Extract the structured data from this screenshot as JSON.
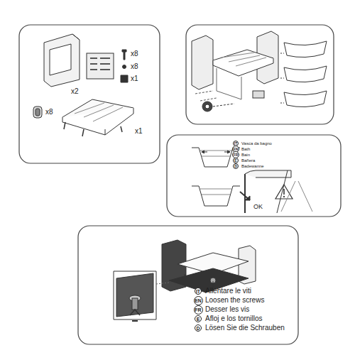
{
  "diagram": {
    "nodes": [
      {
        "text": [
          "IT"
        ]
      },
      {
        "text": [
          "EN"
        ]
      },
      {
        "text": [
          "FR"
        ]
      },
      {
        "text": [
          "E"
        ]
      },
      {
        "text": [
          "D"
        ]
      },
      {
        "text": [
          "IT"
        ]
      },
      {
        "text": [
          "EN"
        ]
      },
      {
        "text": [
          "FR"
        ]
      },
      {
        "text": [
          "E"
        ]
      },
      {
        "text": [
          "D"
        ]
      }
    ],
    "labels": [
      "x2",
      "x8",
      "x8",
      "x1",
      "x8",
      "x1",
      "Vasca da bagno",
      "Bath",
      "Bain",
      "Bañera",
      "Badewanne",
      "OK",
      "Allentare le viti",
      "Loosen the screws",
      "Desser les vis",
      "Afloj e los tornillos",
      "Lösen Sie die Schrauben"
    ]
  }
}
